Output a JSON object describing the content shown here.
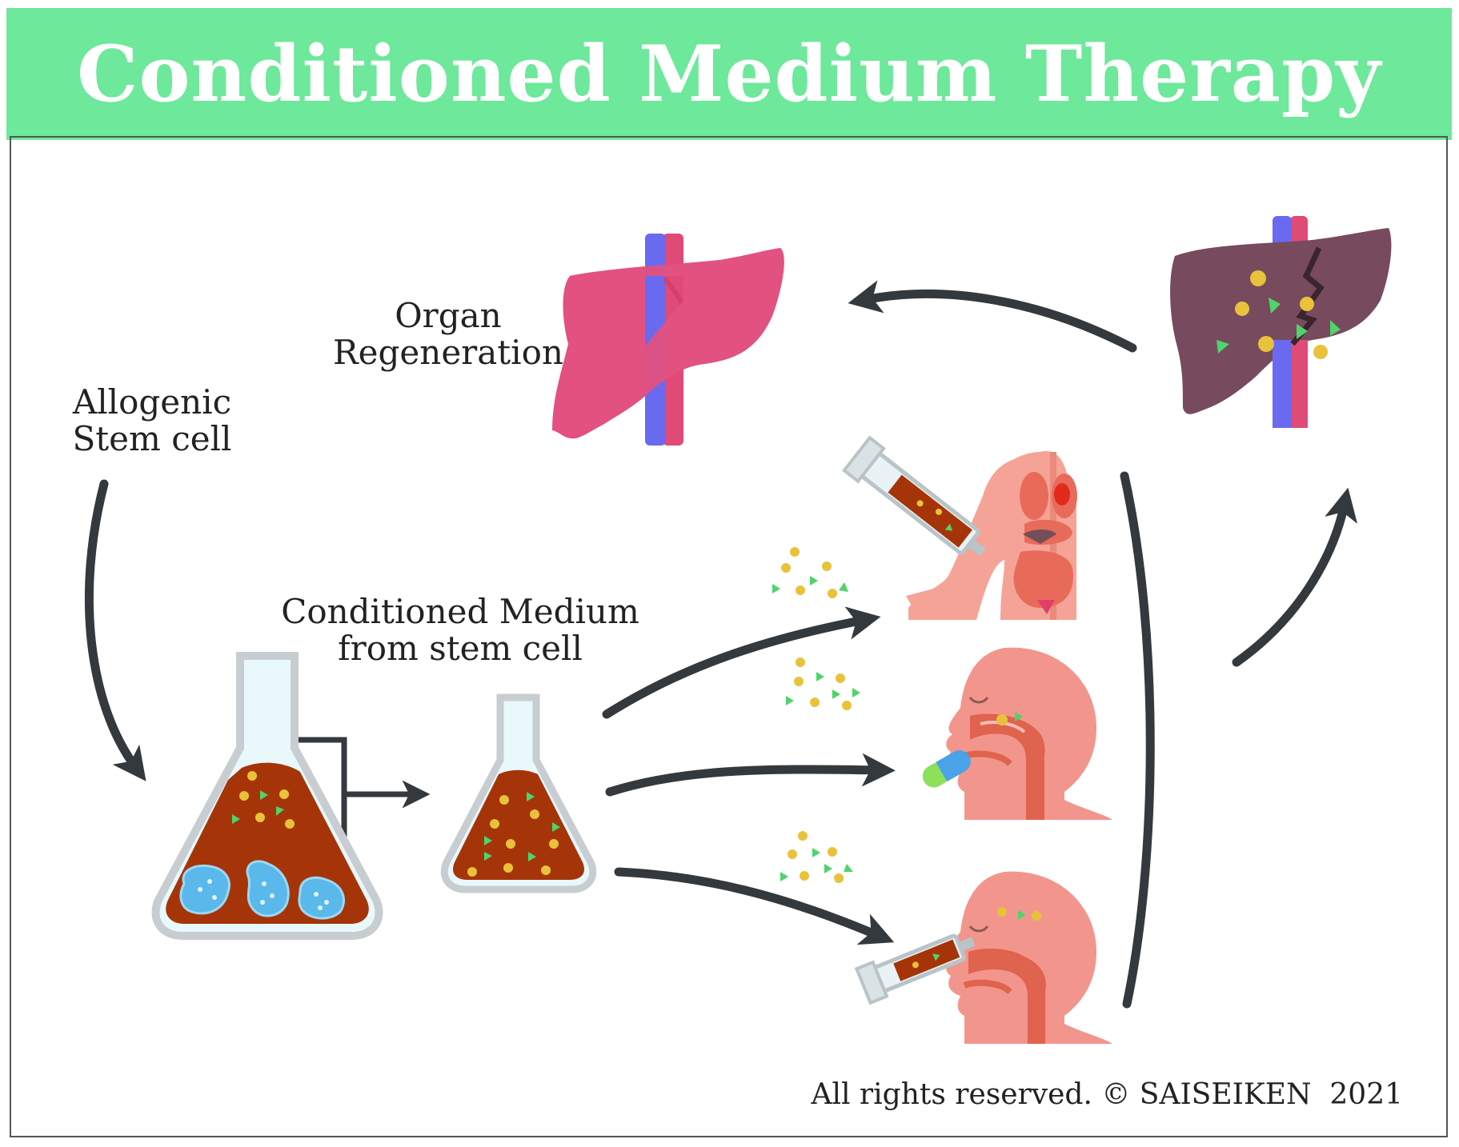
{
  "title": "Conditioned Medium Therapy",
  "labels": {
    "organ_line1": "Organ",
    "organ_line2": "Regeneration",
    "stem_line1": "Allogenic",
    "stem_line2": "Stem cell",
    "cm_line1": "Conditioned Medium",
    "cm_line2": "from stem cell"
  },
  "copyright": "All rights reserved. © SAISEIKEN  2021",
  "colors": {
    "banner": "#6ee89b",
    "medium": "#a53508",
    "arrow": "#33393d",
    "healthy_liver": "#e2517f",
    "damaged_liver": "#774a5d",
    "vein_blue": "#6a6af0",
    "vein_red": "#e04a76",
    "body_skin": "#f6a397",
    "cell_blue": "#5ab8ea",
    "dot_yellow": "#e8c23a",
    "triangle_green": "#4fd36b"
  },
  "icons": [
    "healthy-liver-icon",
    "damaged-liver-icon",
    "large-flask-icon",
    "small-flask-icon",
    "body-injection-icon",
    "oral-capsule-icon",
    "nasal-spray-icon",
    "stem-cell-icon",
    "syringe-icon"
  ]
}
